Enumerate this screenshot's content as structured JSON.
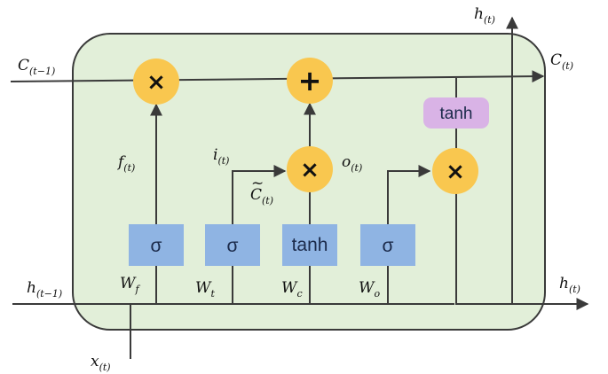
{
  "inputs": {
    "c_prev": {
      "base": "C",
      "sub": "(t−1)"
    },
    "h_prev": {
      "base": "h",
      "sub": "(t−1)"
    },
    "x_t": {
      "base": "x",
      "sub": "(t)"
    }
  },
  "outputs": {
    "c_t": {
      "base": "C",
      "sub": "(t)"
    },
    "h_t_top": {
      "base": "h",
      "sub": "(t)"
    },
    "h_t_right": {
      "base": "h",
      "sub": "(t)"
    }
  },
  "gates": [
    {
      "symbol": "σ",
      "weight": {
        "base": "W",
        "sub": "f"
      },
      "signal": {
        "base": "f",
        "sub": "(t)"
      }
    },
    {
      "symbol": "σ",
      "weight": {
        "base": "W",
        "sub": "t"
      },
      "signal": {
        "base": "i",
        "sub": "(t)"
      }
    },
    {
      "symbol": "tanh",
      "weight": {
        "base": "W",
        "sub": "c"
      },
      "signal": {
        "base": "C",
        "sub": "(t)"
      }
    },
    {
      "symbol": "σ",
      "weight": {
        "base": "W",
        "sub": "o"
      },
      "signal": {
        "base": "o",
        "sub": "(t)"
      }
    }
  ],
  "operators": {
    "forget_multiply": "×",
    "cell_add": "+",
    "input_multiply": "×",
    "output_multiply": "×"
  },
  "output_activation": "tanh",
  "colors": {
    "cell_fill": "#e2efd9",
    "cell_stroke": "#3a3a3a",
    "gate_fill": "#8fb4e3",
    "operator_fill": "#f9c74f",
    "tanh_fill": "#d9b3e6"
  }
}
